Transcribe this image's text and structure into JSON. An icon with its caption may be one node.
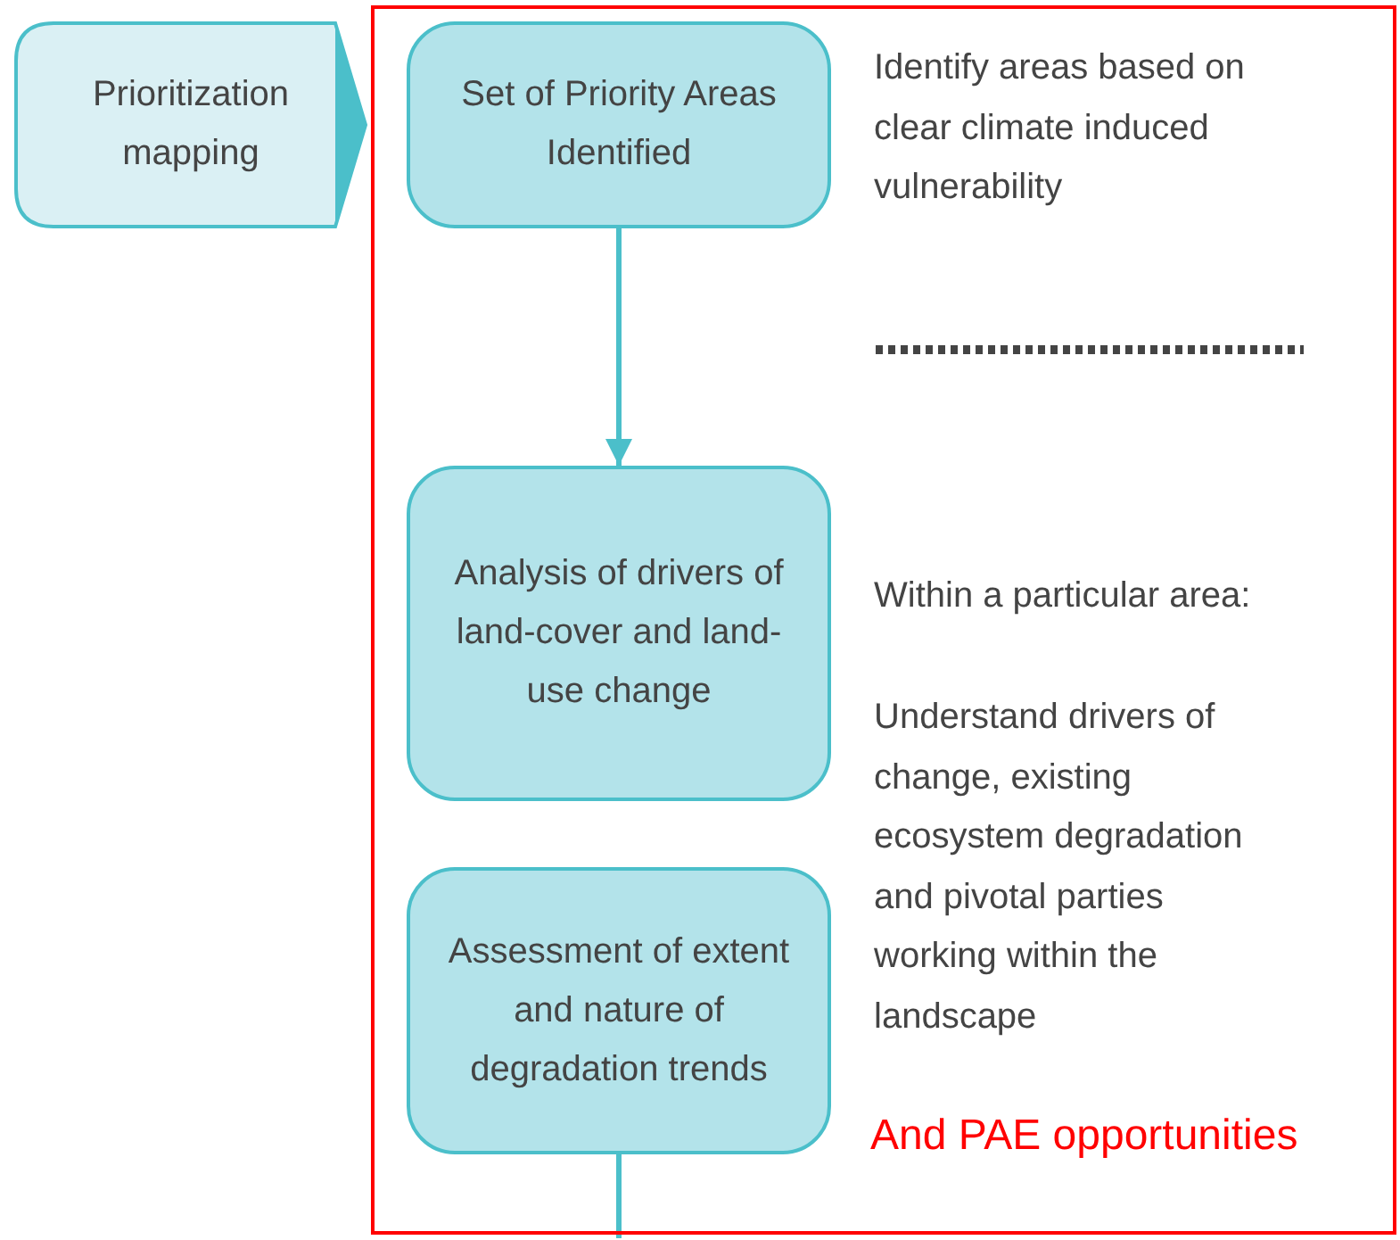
{
  "diagram": {
    "nodes": [
      {
        "text": [
          "Prioritization mapping"
        ]
      },
      {
        "text": [],
        "shape": "box"
      },
      {
        "text": [
          "Set of Priority Areas Identified"
        ],
        "in": 1
      },
      {
        "text": [
          "Analysis of drivers of land-cover and land-use change"
        ],
        "in": 1
      },
      {
        "text": [
          "Assessment of extent and nature of degradation trends"
        ],
        "in": 1
      }
    ],
    "edges": [
      {
        "from": 2,
        "to": 3,
        "arrow": "to"
      },
      {
        "from": 4,
        "to": null,
        "arrow": "none"
      }
    ],
    "labels": [
      "Identify areas based on clear climate induced vulnerability",
      "Within a particular area:",
      "Understand drivers of change, existing ecosystem degradation and pivotal parties working within the landscape",
      "And PAE opportunities"
    ]
  }
}
